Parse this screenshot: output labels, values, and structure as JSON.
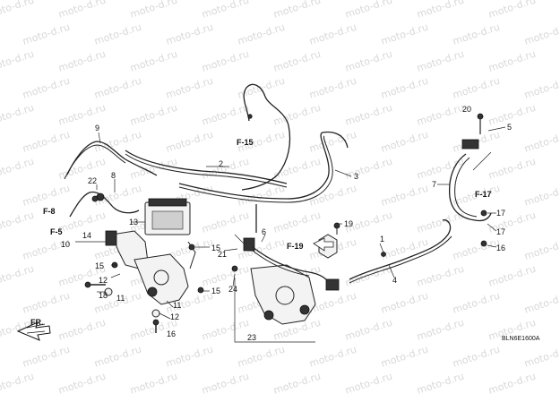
{
  "watermark": "moto-d.ru",
  "diagram_code": "BLN6E1600A",
  "direction_label": "FR.",
  "refs": {
    "F-15": "F-15",
    "F-8": "F-8",
    "F-5": "F-5",
    "F-19": "F-19",
    "F-17": "F-17"
  },
  "parts": {
    "p1": "1",
    "p2": "2",
    "p3": "3",
    "p4": "4",
    "p5": "5",
    "p6": "6",
    "p7": "7",
    "p8": "8",
    "p9": "9",
    "p10": "10",
    "p11a": "11",
    "p11b": "11",
    "p12a": "12",
    "p12b": "12",
    "p13": "13",
    "p14": "14",
    "p15a": "15",
    "p15b": "15",
    "p15c": "15",
    "p16a": "16",
    "p16b": "16",
    "p17a": "17",
    "p17b": "17",
    "p18": "18",
    "p19": "19",
    "p20": "20",
    "p21": "21",
    "p22": "22",
    "p23": "23",
    "p24": "24"
  }
}
